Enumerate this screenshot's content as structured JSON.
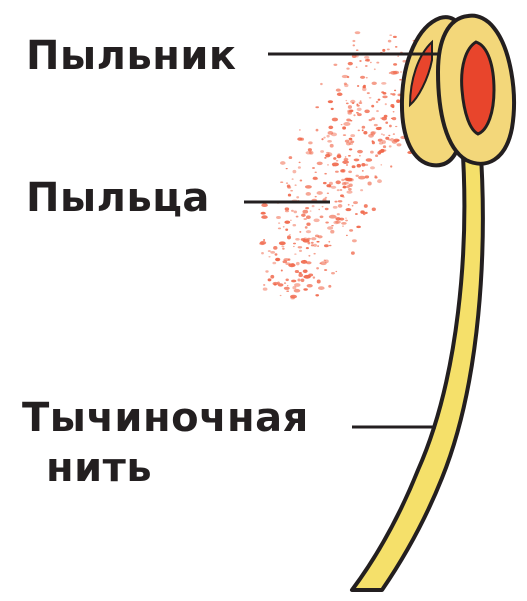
{
  "diagram": {
    "labels": {
      "anther": "Пыльник",
      "pollen": "Пыльца",
      "filament_line1": "Тычиночная",
      "filament_line2": "нить"
    },
    "colors": {
      "filament_fill": "#f5e06a",
      "anther_fill": "#f3d77a",
      "anther_inner": "#e8452c",
      "pollen_dots": "#f0674a",
      "outline": "#231f20"
    }
  }
}
